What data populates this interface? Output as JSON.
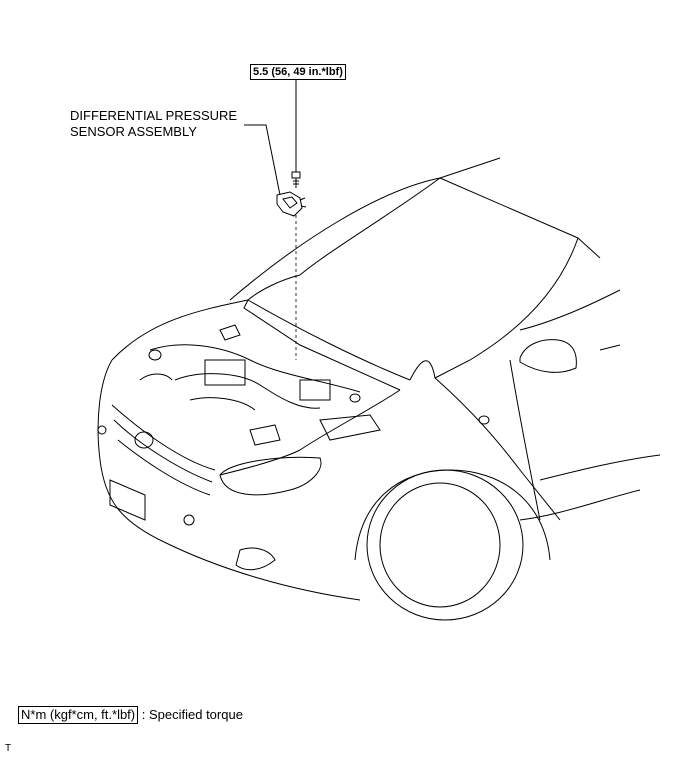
{
  "torque_spec": "5.5 (56, 49 in.*lbf)",
  "part_label": {
    "line1": "DIFFERENTIAL PRESSURE",
    "line2": "SENSOR ASSEMBLY"
  },
  "legend": {
    "unit_box": "N*m (kgf*cm, ft.*lbf)",
    "description": ": Specified torque"
  },
  "corner_mark": "T"
}
